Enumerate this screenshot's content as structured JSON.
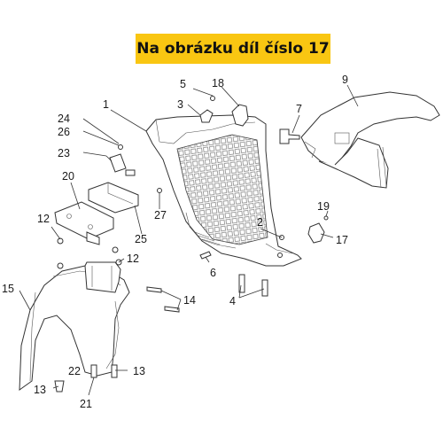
{
  "banner": {
    "text": "Na obrázku díl číslo 17"
  },
  "callouts": [
    "1",
    "2",
    "3",
    "4",
    "5",
    "6",
    "7",
    "9",
    "12",
    "12",
    "13",
    "13",
    "14",
    "15",
    "17",
    "18",
    "19",
    "20",
    "21",
    "22",
    "23",
    "24",
    "25",
    "26",
    "27"
  ],
  "colors": {
    "banner": "#f9c612",
    "line": "#333333"
  }
}
